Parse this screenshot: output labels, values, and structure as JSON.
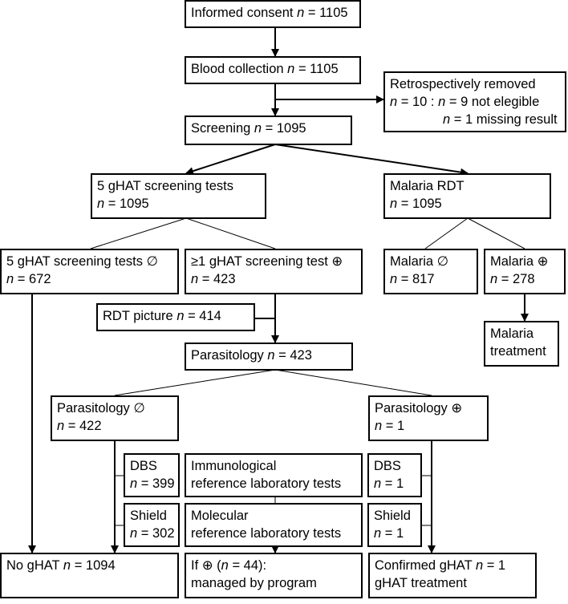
{
  "nodes": {
    "consent": {
      "lines": [
        {
          "pre": "Informed consent ",
          "n": "n",
          "post": " = 1105"
        }
      ]
    },
    "blood": {
      "lines": [
        {
          "pre": "Blood collection ",
          "n": "n",
          "post": " = 1105"
        }
      ]
    },
    "removed": {
      "lines": [
        {
          "pre": "Retrospectively removed",
          "n": "",
          "post": ""
        },
        {
          "pre": "",
          "n": "n",
          "post": " = 10 : "
        },
        {
          "pre": "",
          "n": "n",
          "post": " = 1 missing result"
        }
      ],
      "line2_extra": {
        "n": "n",
        "post": " = 9 not elegible"
      }
    },
    "screening": {
      "lines": [
        {
          "pre": "Screening ",
          "n": "n",
          "post": " = 1095"
        }
      ]
    },
    "ghat5": {
      "lines": [
        {
          "pre": "5 gHAT screening tests",
          "n": "",
          "post": ""
        },
        {
          "pre": "",
          "n": "n",
          "post": " = 1095"
        }
      ]
    },
    "malaria_rdt": {
      "lines": [
        {
          "pre": "Malaria RDT",
          "n": "",
          "post": ""
        },
        {
          "pre": "",
          "n": "n",
          "post": " = 1095"
        }
      ]
    },
    "ghat_neg": {
      "lines": [
        {
          "pre": "5 gHAT screening tests ∅",
          "n": "",
          "post": ""
        },
        {
          "pre": "",
          "n": "n",
          "post": " = 672"
        }
      ]
    },
    "ghat_pos": {
      "lines": [
        {
          "pre": "≥1 gHAT screening test ⊕",
          "n": "",
          "post": ""
        },
        {
          "pre": "",
          "n": "n",
          "post": " = 423"
        }
      ]
    },
    "mal_neg": {
      "lines": [
        {
          "pre": "Malaria ∅",
          "n": "",
          "post": ""
        },
        {
          "pre": "",
          "n": "n",
          "post": " = 817"
        }
      ]
    },
    "mal_pos": {
      "lines": [
        {
          "pre": "Malaria ⊕",
          "n": "",
          "post": ""
        },
        {
          "pre": "",
          "n": "n",
          "post": " = 278"
        }
      ]
    },
    "rdt_pic": {
      "lines": [
        {
          "pre": "RDT picture ",
          "n": "n",
          "post": " = 414"
        }
      ]
    },
    "mal_treat": {
      "lines": [
        {
          "pre": "Malaria",
          "n": "",
          "post": ""
        },
        {
          "pre": "treatment",
          "n": "",
          "post": ""
        }
      ]
    },
    "parasit": {
      "lines": [
        {
          "pre": "Parasitology ",
          "n": "n",
          "post": " = 423"
        }
      ]
    },
    "par_neg": {
      "lines": [
        {
          "pre": "Parasitology ∅",
          "n": "",
          "post": ""
        },
        {
          "pre": "",
          "n": "n",
          "post": " = 422"
        }
      ]
    },
    "par_pos": {
      "lines": [
        {
          "pre": "Parasitology ⊕",
          "n": "",
          "post": ""
        },
        {
          "pre": "",
          "n": "n",
          "post": " = 1"
        }
      ]
    },
    "dbs_l": {
      "lines": [
        {
          "pre": "DBS",
          "n": "",
          "post": ""
        },
        {
          "pre": "",
          "n": "n",
          "post": " = 399"
        }
      ]
    },
    "immuno": {
      "lines": [
        {
          "pre": "Immunological",
          "n": "",
          "post": ""
        },
        {
          "pre": "reference  laboratory tests",
          "n": "",
          "post": ""
        }
      ]
    },
    "dbs_r": {
      "lines": [
        {
          "pre": "DBS",
          "n": "",
          "post": ""
        },
        {
          "pre": "",
          "n": "n",
          "post": " = 1"
        }
      ]
    },
    "shield_l": {
      "lines": [
        {
          "pre": "Shield",
          "n": "",
          "post": ""
        },
        {
          "pre": "",
          "n": "n",
          "post": " = 302"
        }
      ]
    },
    "molec": {
      "lines": [
        {
          "pre": "Molecular",
          "n": "",
          "post": ""
        },
        {
          "pre": "reference  laboratory tests",
          "n": "",
          "post": ""
        }
      ]
    },
    "shield_r": {
      "lines": [
        {
          "pre": "Shield",
          "n": "",
          "post": ""
        },
        {
          "pre": "",
          "n": "n",
          "post": " = 1"
        }
      ]
    },
    "no_ghat": {
      "lines": [
        {
          "pre": "No gHAT ",
          "n": "n",
          "post": " = 1094"
        }
      ]
    },
    "if_pos": {
      "lines": [
        {
          "pre": "If ⊕ (",
          "n": "n",
          "post": " = 44):"
        },
        {
          "pre": "managed by program",
          "n": "",
          "post": ""
        }
      ]
    },
    "confirmed": {
      "lines": [
        {
          "pre": "Confirmed gHAT ",
          "n": "n",
          "post": " = 1"
        },
        {
          "pre": "gHAT treatment",
          "n": "",
          "post": ""
        }
      ]
    }
  }
}
